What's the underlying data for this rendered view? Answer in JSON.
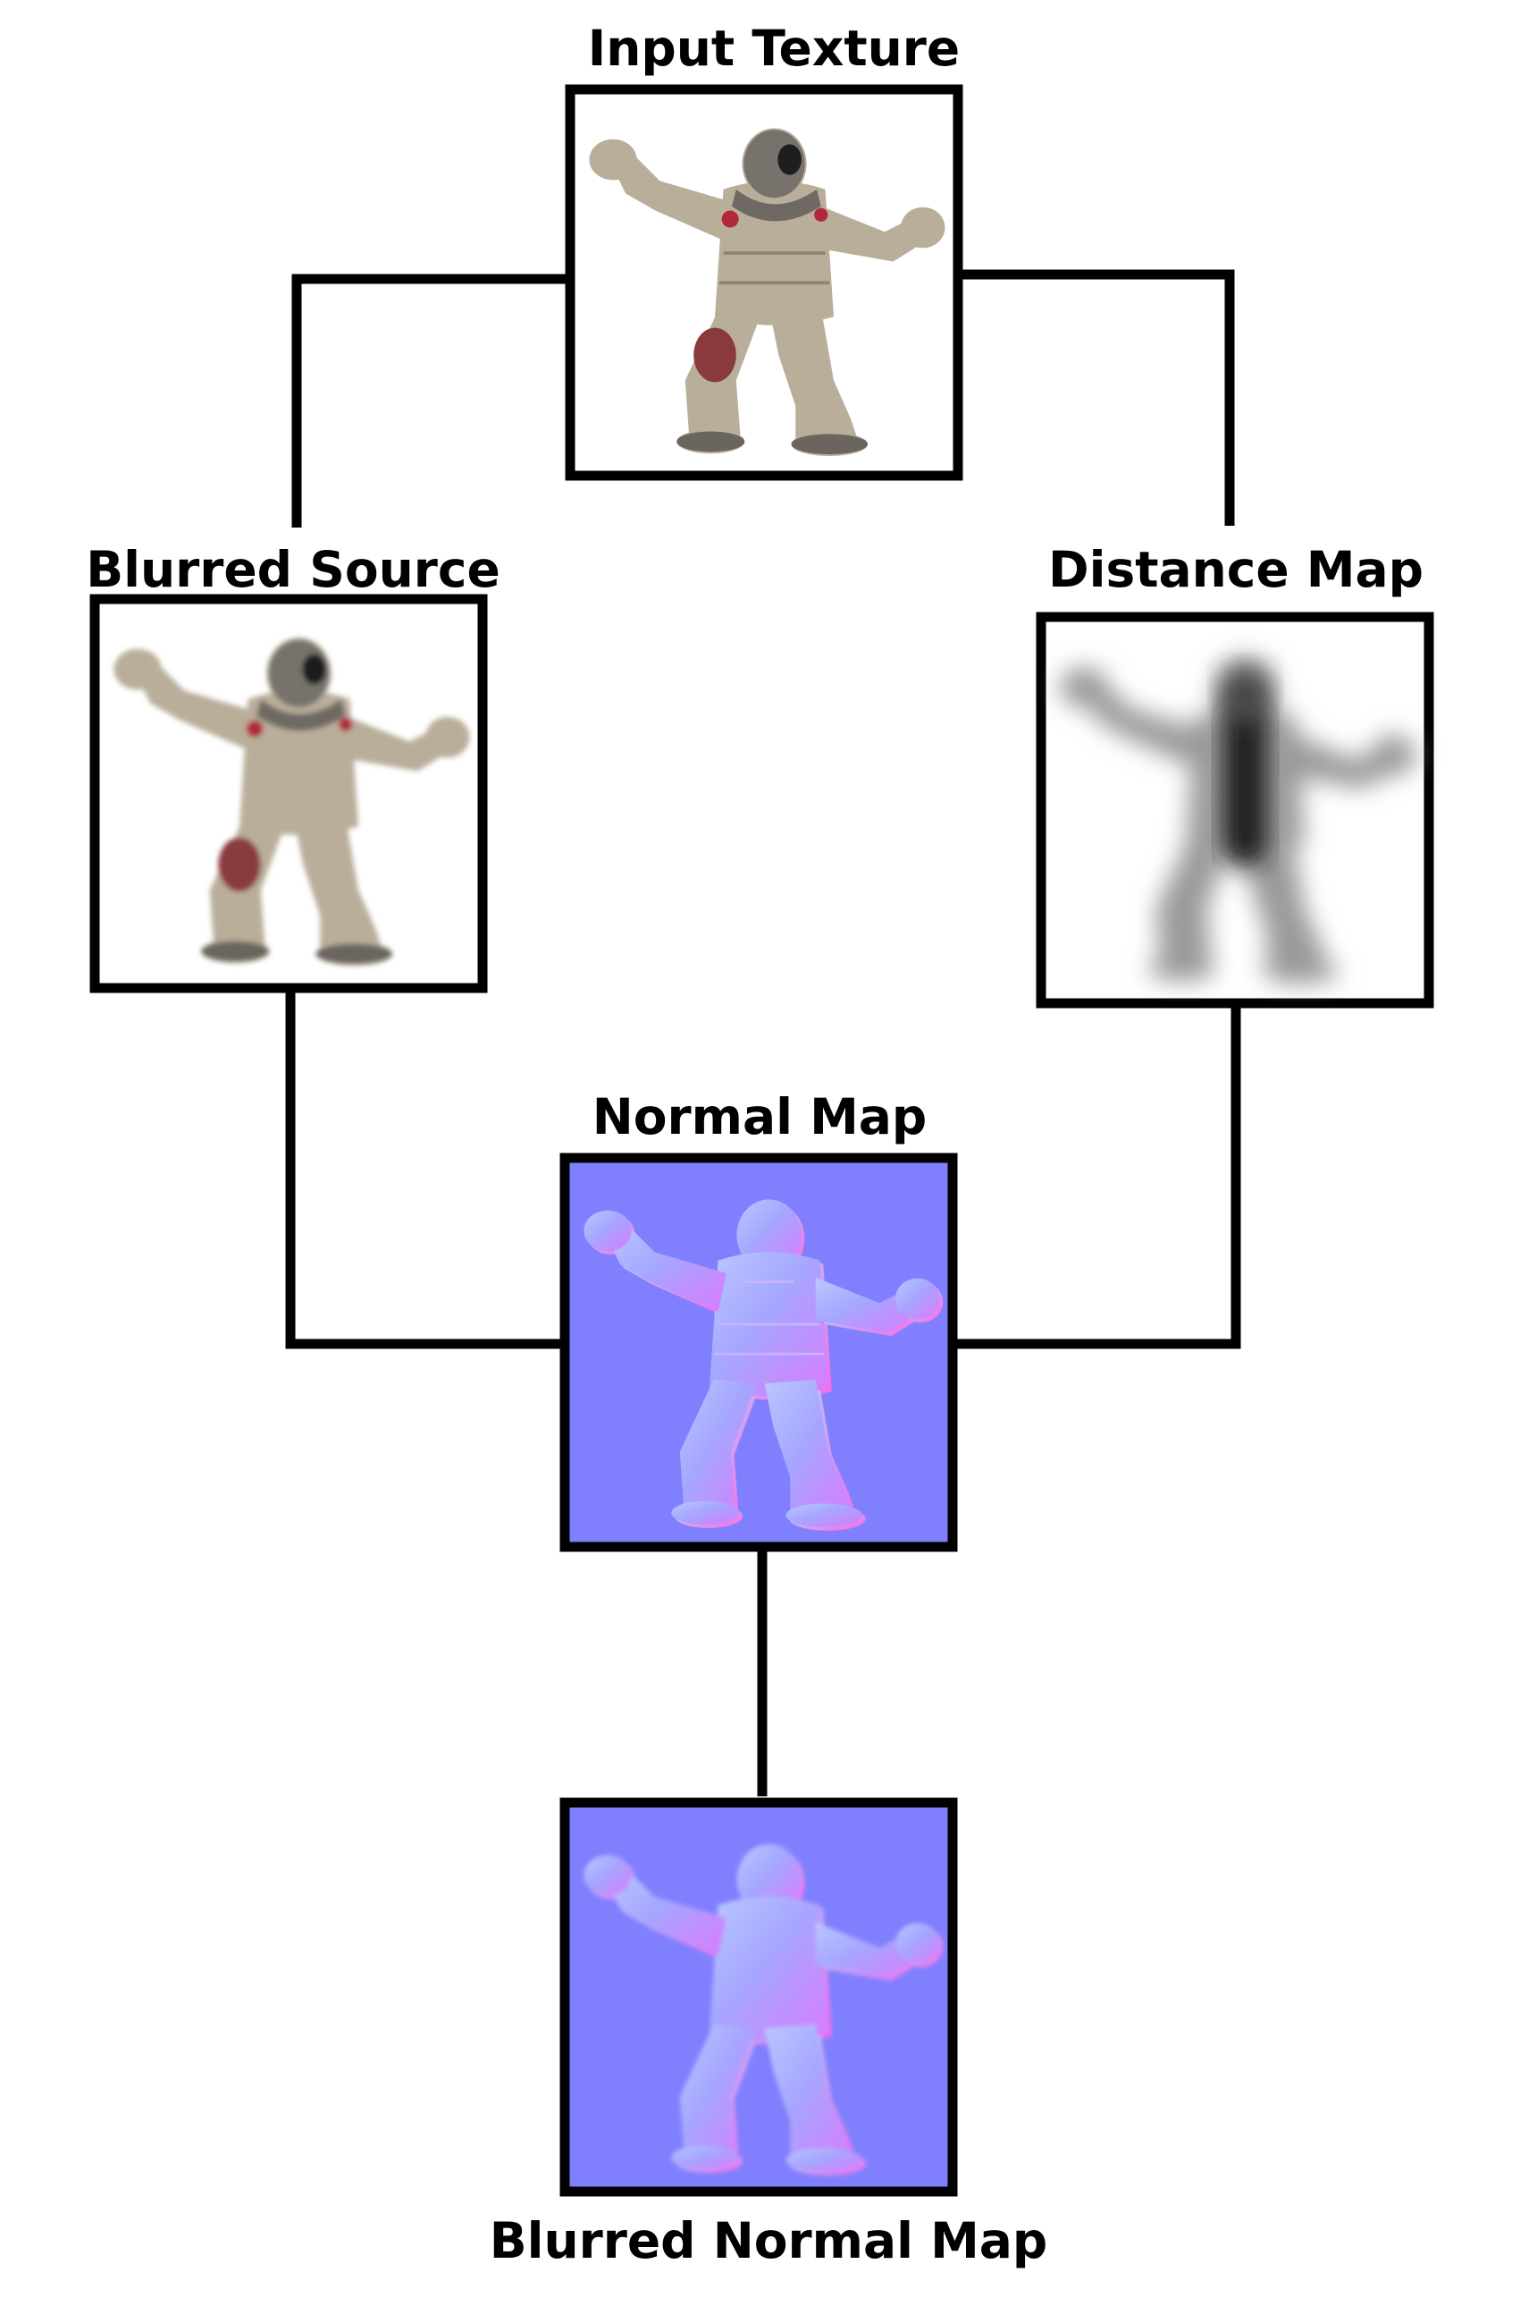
{
  "labels": {
    "input_texture": "Input Texture",
    "blurred_source": "Blurred Source",
    "distance_map": "Distance Map",
    "normal_map": "Normal Map",
    "blurred_normal_map": "Blurred Normal Map"
  },
  "panels": [
    {
      "id": "input-texture",
      "kind": "color",
      "description_icon": "figure-photo"
    },
    {
      "id": "blurred-source",
      "kind": "color",
      "description_icon": "figure-photo-blurred"
    },
    {
      "id": "distance-map",
      "kind": "grayscale",
      "description_icon": "figure-distance-field"
    },
    {
      "id": "normal-map",
      "kind": "normal",
      "description_icon": "figure-normal-map"
    },
    {
      "id": "blurred-normal-map",
      "kind": "normal",
      "description_icon": "figure-normal-map-blurred"
    }
  ],
  "colors": {
    "frame": "#000000",
    "connector": "#000000",
    "background": "#ffffff",
    "normal_bg": "#8080ff",
    "suit": "#b9ae9a",
    "suit_shadow": "#8e8474",
    "blood": "#b0283a",
    "scarf": "#6e6a63",
    "boot": "#9a958c"
  }
}
